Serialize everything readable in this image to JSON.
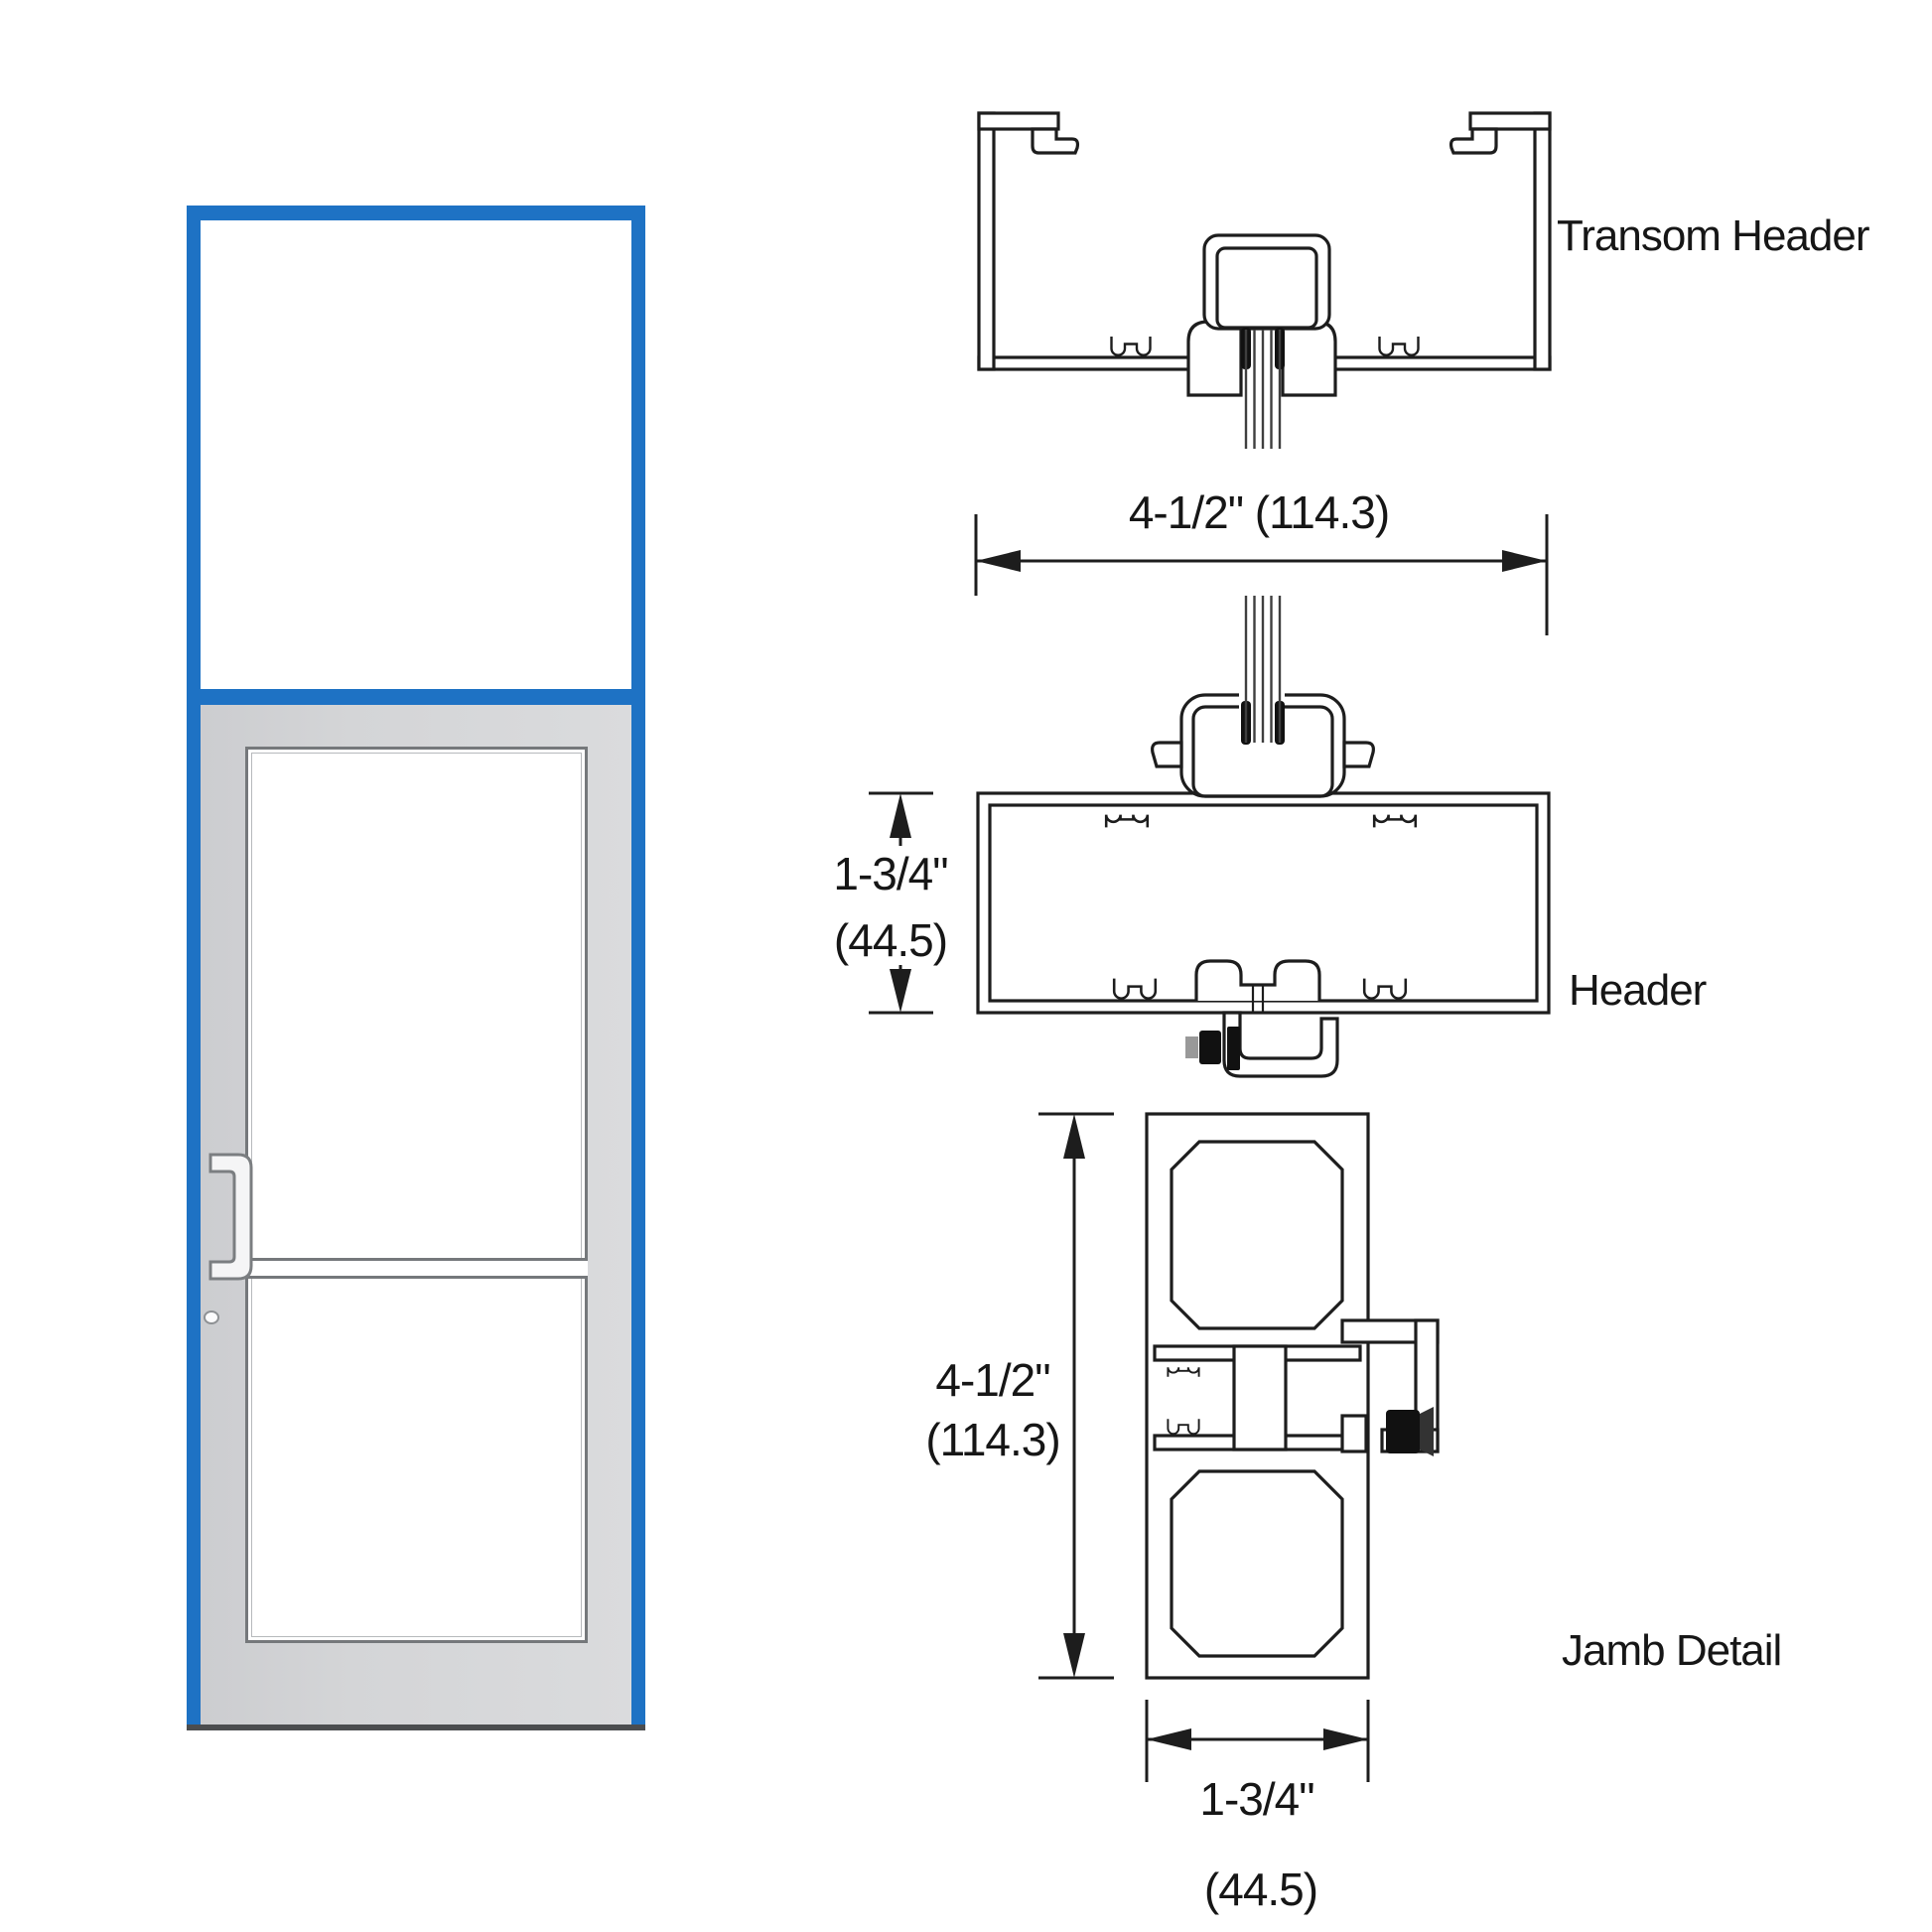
{
  "colors": {
    "frame_blue": "#1e72c4",
    "door_gray": "#d4d5d7",
    "line_dark": "#1d1d1d",
    "gasket_black": "#111111"
  },
  "sections": {
    "transom_header": {
      "label": "Transom Header"
    },
    "header": {
      "label": "Header"
    },
    "jamb": {
      "label": "Jamb Detail"
    }
  },
  "dimensions": {
    "transom_width": {
      "text": "4-1/2\" (114.3)"
    },
    "header_height": {
      "line1": "1-3/4\"",
      "line2": "(44.5)"
    },
    "jamb_height": {
      "line1": "4-1/2\"",
      "line2": "(114.3)"
    },
    "jamb_width": {
      "line1": "1-3/4\"",
      "line2": "(44.5)"
    }
  }
}
